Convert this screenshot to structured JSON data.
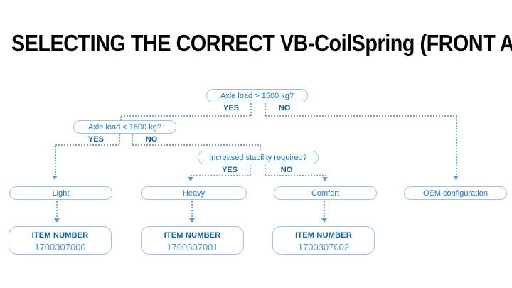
{
  "title": "SELECTING THE CORRECT VB-CoilSpring (FRONT AXLE)",
  "flow": {
    "decisions": [
      {
        "question": "Axle load > 1500 kg?",
        "yes_label": "YES",
        "no_label": "NO"
      },
      {
        "question": "Axle load < 1800 kg?",
        "yes_label": "YES",
        "no_label": "NO"
      },
      {
        "question": "Increased stability required?",
        "yes_label": "YES",
        "no_label": "NO"
      }
    ],
    "outcomes": [
      {
        "label": "Light"
      },
      {
        "label": "Heavy"
      },
      {
        "label": "Comfort"
      },
      {
        "label": "OEM configuration"
      }
    ],
    "items": [
      {
        "label": "ITEM NUMBER",
        "number": "1700307000"
      },
      {
        "label": "ITEM NUMBER",
        "number": "1700307001"
      },
      {
        "label": "ITEM NUMBER",
        "number": "1700307002"
      }
    ]
  },
  "colors": {
    "title": "#000000",
    "node_border": "#9DC3E6",
    "node_text": "#1B75BC",
    "branch_label": "#0D5EAD",
    "dashed_line": "#74A9DB",
    "arrowhead": "#5B9BD5",
    "item_label": "#0F63AB",
    "item_number": "#4A94D4"
  }
}
